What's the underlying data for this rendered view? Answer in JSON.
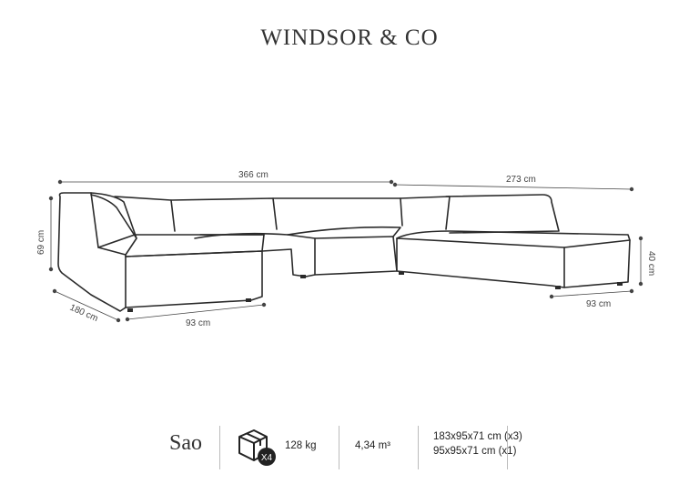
{
  "brand": {
    "name": "WINDSOR & CO"
  },
  "dimensions": {
    "top_left_width": "366 cm",
    "top_right_width": "273 cm",
    "left_height": "69 cm",
    "left_depth": "180 cm",
    "left_seat_width": "93 cm",
    "right_height": "40 cm",
    "right_seat_width": "93 cm"
  },
  "footer": {
    "product_name": "Sao",
    "package_count": "X4",
    "weight": "128 kg",
    "volume": "4,34 m³",
    "package_size_1": "183x95x71 cm (x3)",
    "package_size_2": "95x95x71 cm (x1)"
  }
}
